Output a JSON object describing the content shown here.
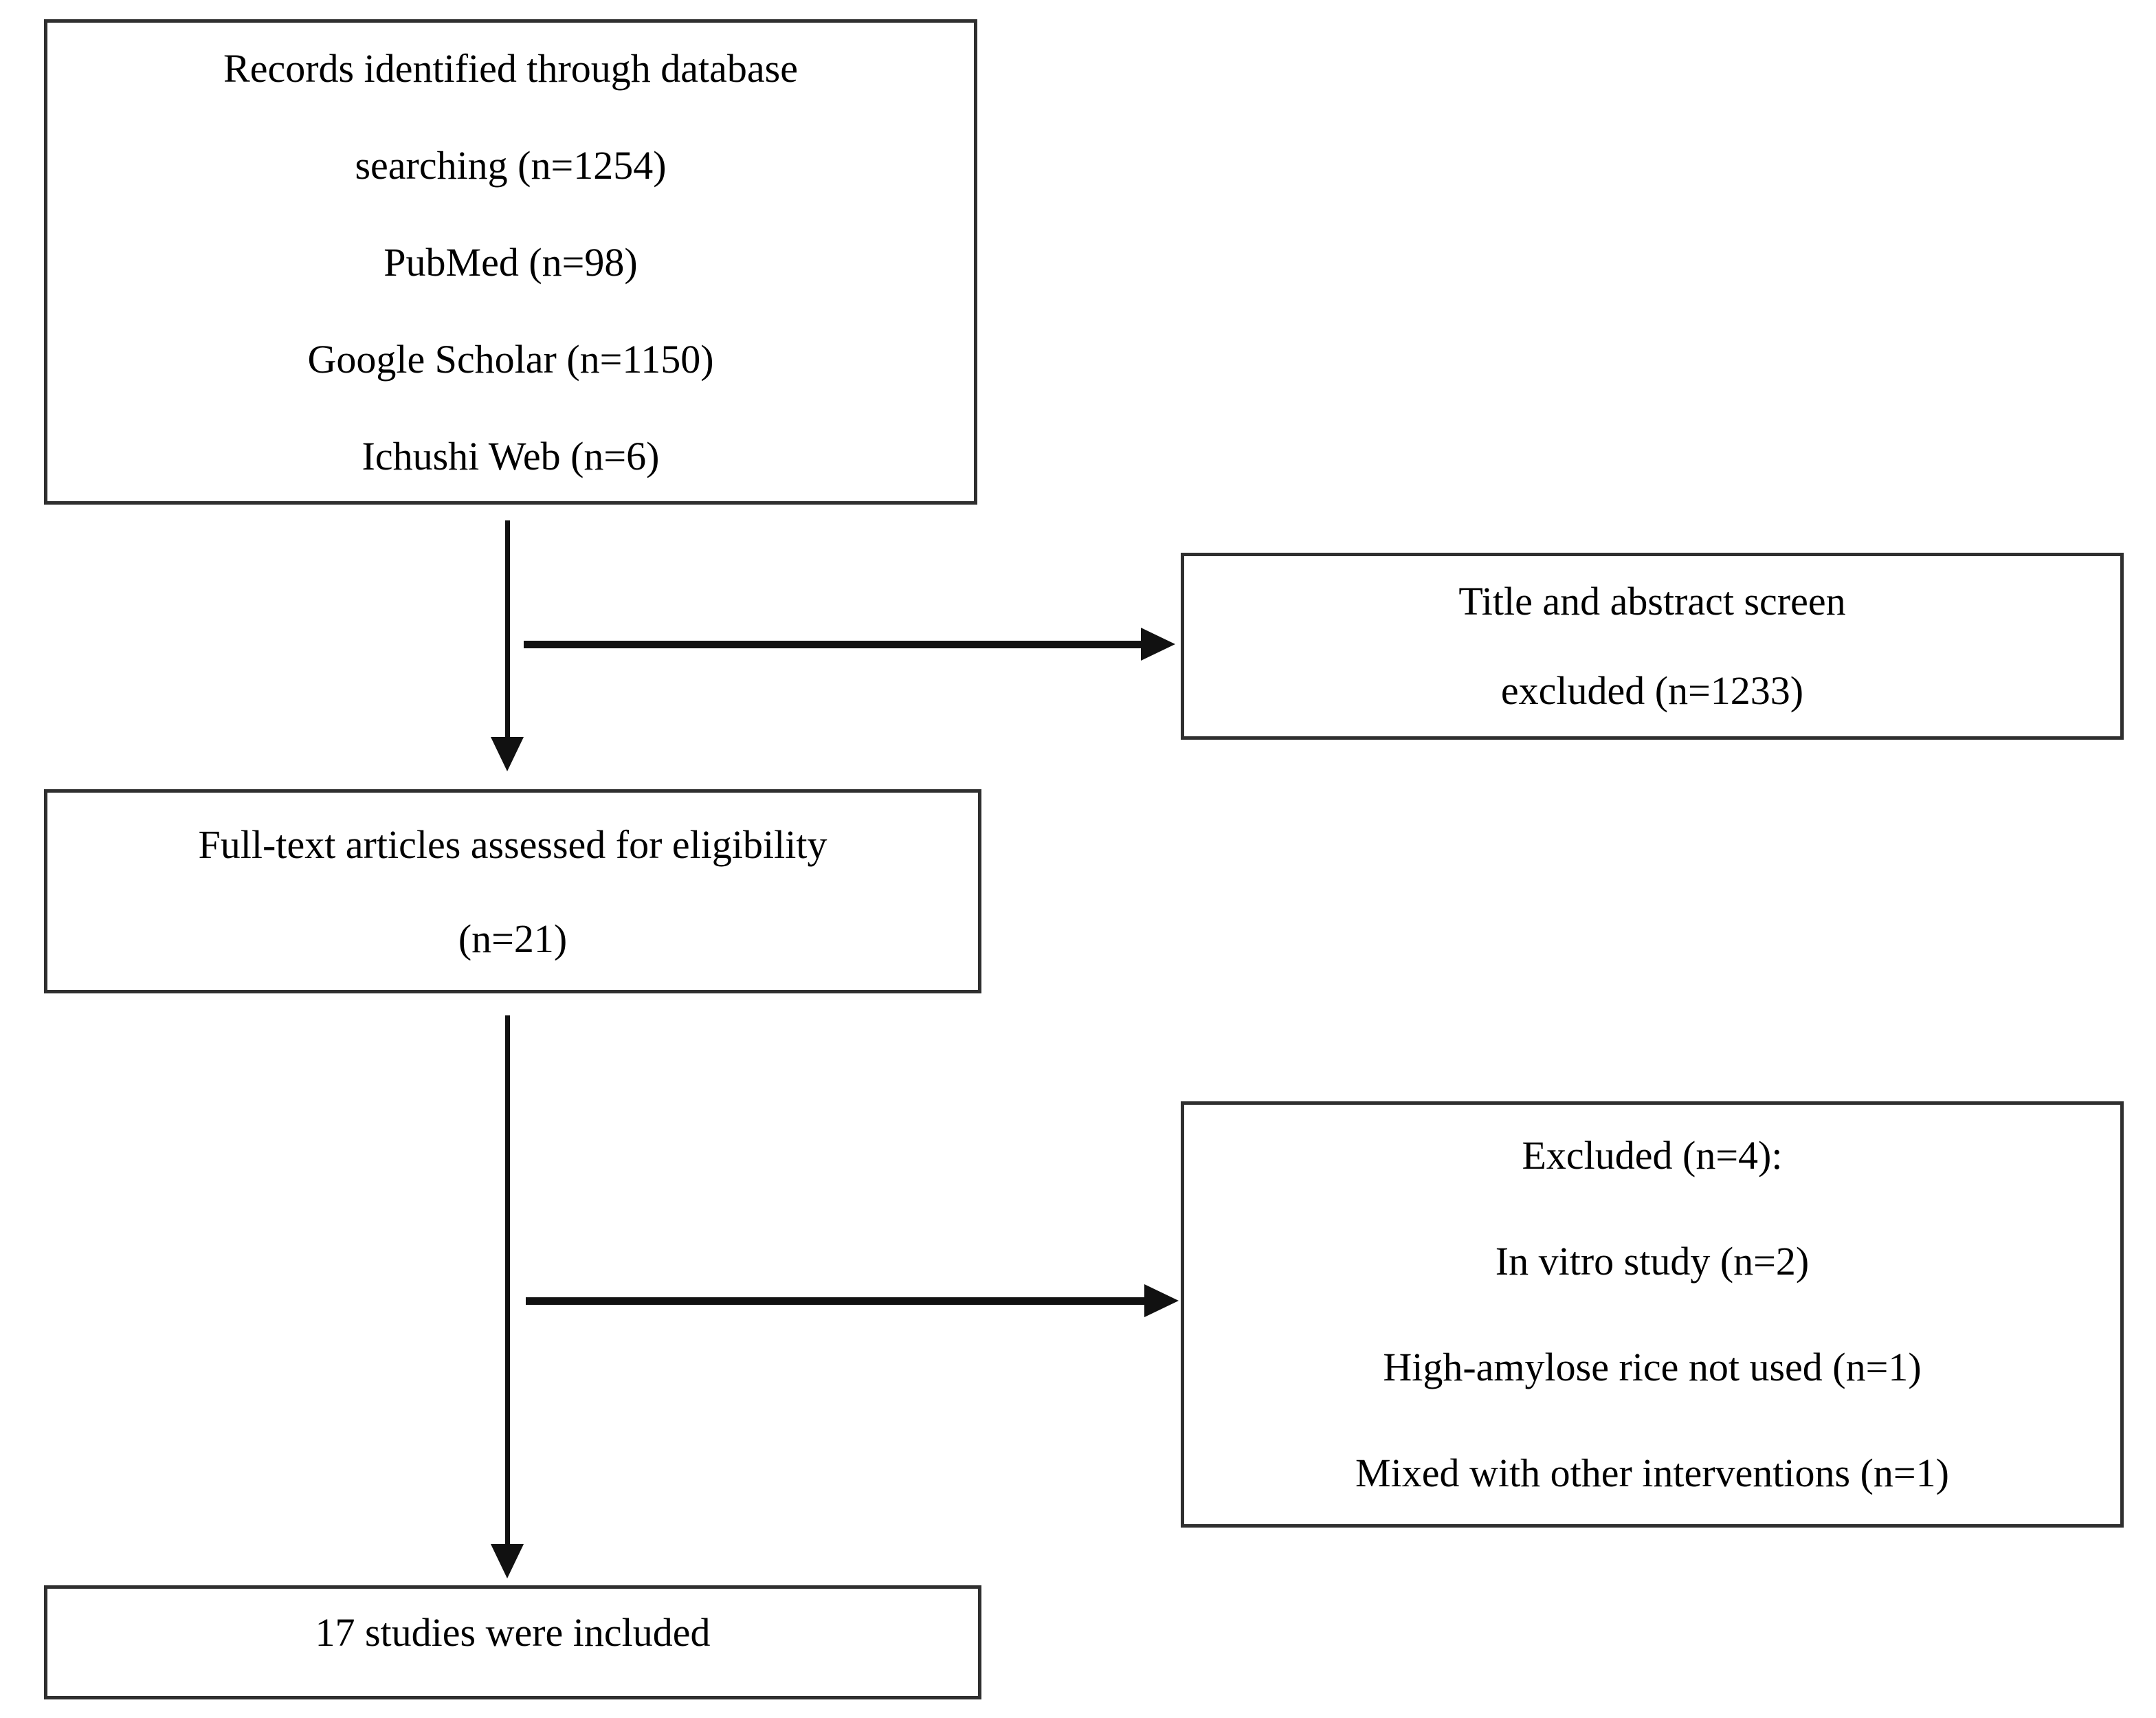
{
  "diagram": {
    "type": "flowchart",
    "colors": {
      "background": "#ffffff",
      "border": "#2f2f2f",
      "text": "#000000",
      "arrow": "#111111"
    },
    "boxes": [
      {
        "name": "records-identified",
        "lines": [
          "Records identified through database",
          "searching (n=1254)",
          "PubMed (n=98)",
          "Google Scholar (n=1150)",
          "Ichushi Web (n=6)"
        ]
      },
      {
        "name": "title-abstract-excluded",
        "lines": [
          "Title and abstract screen",
          "excluded (n=1233)"
        ]
      },
      {
        "name": "full-text-assessed",
        "lines": [
          "Full-text articles assessed for eligibility",
          "(n=21)"
        ]
      },
      {
        "name": "full-text-excluded",
        "lines": [
          "Excluded (n=4):",
          "In vitro study (n=2)",
          "High-amylose rice not used (n=1)",
          "Mixed with other interventions (n=1)"
        ]
      },
      {
        "name": "studies-included",
        "lines": [
          "17 studies were included"
        ]
      }
    ]
  }
}
